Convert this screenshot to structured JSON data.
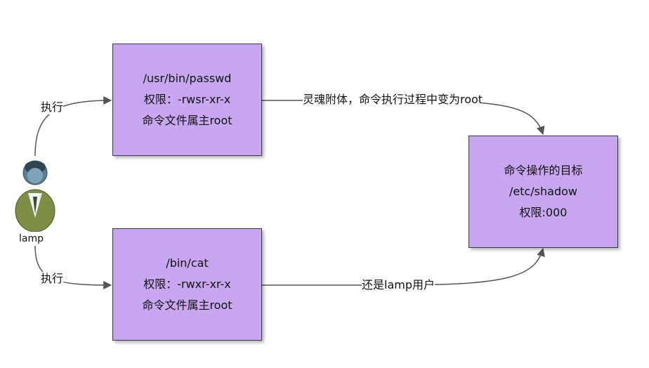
{
  "user": {
    "label": "lamp"
  },
  "edges": {
    "exec_top": "执行",
    "exec_bottom": "执行",
    "top_to_target": "灵魂附体，命令执行过程中变为root",
    "bottom_to_target": "还是lamp用户"
  },
  "boxes": {
    "passwd": {
      "line1": "/usr/bin/passwd",
      "line2": "权限：-rwsr-xr-x",
      "line3": "命令文件属主root"
    },
    "cat": {
      "line1": "/bin/cat",
      "line2": "权限：-rwxr-xr-x",
      "line3": "命令文件属主root"
    },
    "target": {
      "line1": "命令操作的目标",
      "line2": "/etc/shadow",
      "line3": "权限:000"
    }
  },
  "colors": {
    "box_fill": "#c9a6f0",
    "border": "#3a3a3a",
    "line": "#555555"
  },
  "icons": {
    "user": "user-person-icon"
  }
}
